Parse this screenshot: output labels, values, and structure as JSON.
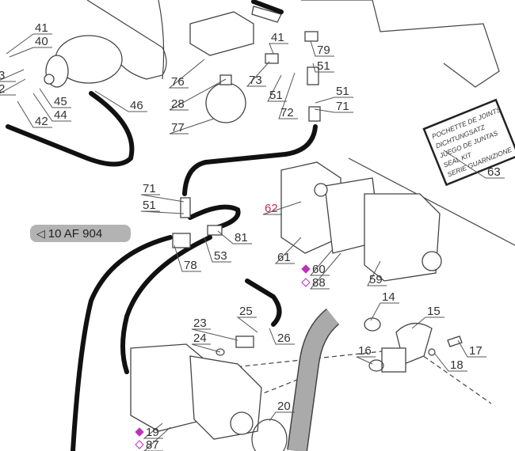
{
  "reference_badge": {
    "icon": "arrow-reference-icon",
    "text": "10 AF 904"
  },
  "seal_kit_card": {
    "lines": [
      "POCHETTE DE JOINTS",
      "DICHTUNGSATZ",
      "JUEGO DE JUNTAS",
      "SEAL KIT",
      "SERIE GUARNIZIONE"
    ]
  },
  "colors": {
    "highlight_label": "#c8285a",
    "diamond": "#c030c0"
  },
  "labels": [
    "41",
    "40",
    "3",
    "2",
    "45",
    "44",
    "42",
    "46",
    "76",
    "28",
    "77",
    "41",
    "73",
    "51",
    "72",
    "79",
    "51",
    "51",
    "71",
    "63",
    "62",
    "71",
    "51",
    "81",
    "53",
    "78",
    "61",
    "60",
    "88",
    "59",
    "14",
    "15",
    "25",
    "23",
    "24",
    "26",
    "16",
    "17",
    "18",
    "20",
    "19",
    "87"
  ]
}
